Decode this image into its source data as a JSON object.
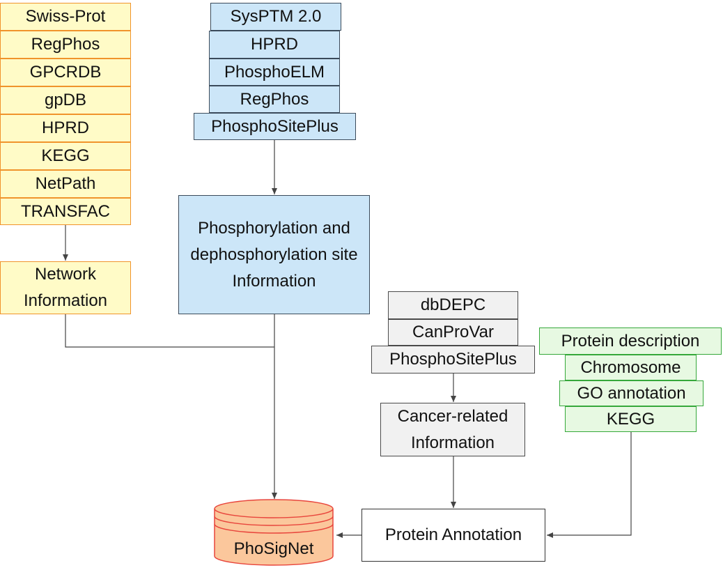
{
  "network_sources": [
    "Swiss-Prot",
    "RegPhos",
    "GPCRDB",
    "gpDB",
    "HPRD",
    "KEGG",
    "NetPath",
    "TRANSFAC"
  ],
  "network_info": "Network Information",
  "phospho_sources": [
    "SysPTM 2.0",
    "HPRD",
    "PhosphoELM",
    "RegPhos",
    "PhosphoSitePlus"
  ],
  "phospho_info": "Phosphorylation and dephosphorylation site Information",
  "cancer_sources": [
    "dbDEPC",
    "CanProVar",
    "PhosphoSitePlus"
  ],
  "cancer_info": "Cancer-related Information",
  "annotation_sources": [
    "Protein description",
    "Chromosome",
    "GO annotation",
    "KEGG"
  ],
  "protein_annotation": "Protein Annotation",
  "database": "PhoSigNet",
  "colors": {
    "yellow_fill": "#fffbc7",
    "yellow_border": "#f0932b",
    "blue_fill": "#cce6f8",
    "gray_fill": "#f1f1f1",
    "green_fill": "#e7f9e2",
    "green_border": "#35a83a",
    "db_fill": "#fbc79c",
    "db_border": "#e8453c"
  }
}
